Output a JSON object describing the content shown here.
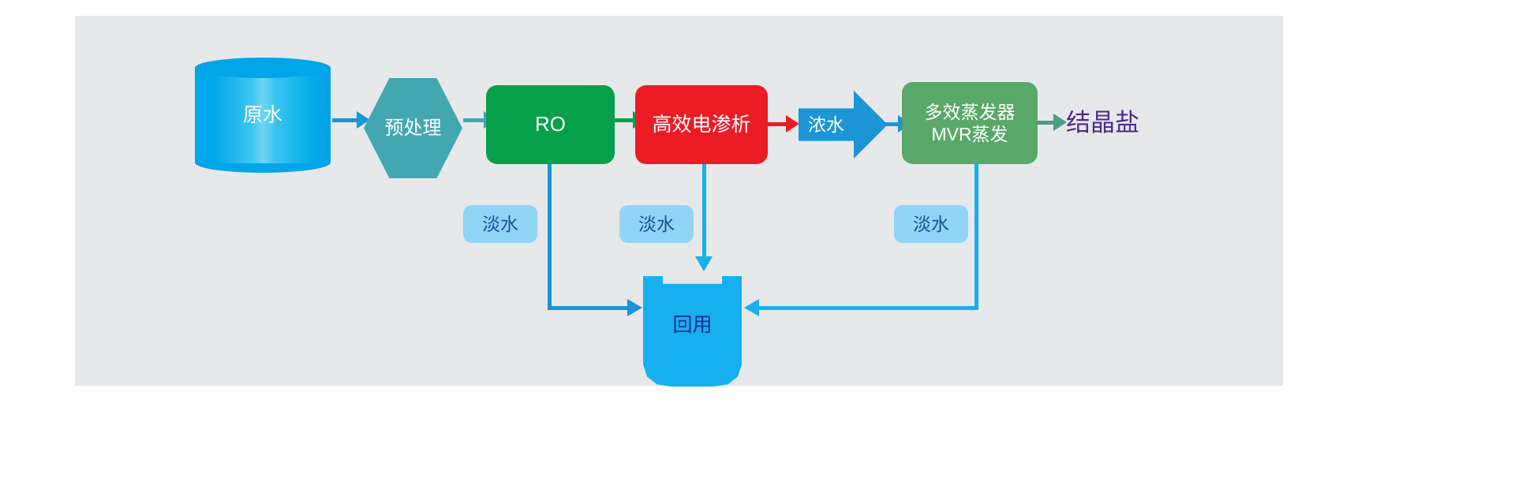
{
  "diagram": {
    "title": "",
    "background": "#e7e8ea",
    "page_background": "#ffffff",
    "nodes": {
      "raw_water": {
        "label": "原水",
        "shape": "cylinder",
        "color": "#00a6e9",
        "text_color": "#ffffff"
      },
      "pretreatment": {
        "label": "预处理",
        "shape": "hexagon",
        "color": "#43a7b2",
        "text_color": "#ffffff"
      },
      "ro": {
        "label": "RO",
        "shape": "rounded-rect",
        "color": "#07a04a",
        "text_color": "#ffffff"
      },
      "electrodialysis": {
        "label": "高效电渗析",
        "shape": "rounded-rect",
        "color": "#ec1c24",
        "text_color": "#ffffff"
      },
      "brine": {
        "label": "浓水",
        "shape": "block-arrow",
        "color": "#1b95d5",
        "text_color": "#ffffff"
      },
      "evaporator": {
        "label": "多效蒸发器\nMVR蒸发",
        "shape": "rounded-rect",
        "color": "#5aa869",
        "text_color": "#ffffff"
      },
      "crystal_salt": {
        "label": "结晶盐",
        "shape": "text",
        "color": "transparent",
        "text_color": "#4b2a8f"
      },
      "recycle_tank": {
        "label": "回用",
        "shape": "tank",
        "color": "#17b0ee",
        "text_color": "#1c2f8f"
      }
    },
    "fresh_water_pills": [
      {
        "label": "淡水",
        "color": "#90d5f7",
        "text_color": "#1c4ea0"
      },
      {
        "label": "淡水",
        "color": "#90d5f7",
        "text_color": "#1c4ea0"
      },
      {
        "label": "淡水",
        "color": "#90d5f7",
        "text_color": "#1c4ea0"
      }
    ],
    "connectors": [
      {
        "from": "raw_water",
        "to": "pretreatment",
        "color": "#1b95d5",
        "direction": "right"
      },
      {
        "from": "pretreatment",
        "to": "ro",
        "color": "#43a7b2",
        "direction": "right"
      },
      {
        "from": "ro",
        "to": "electrodialysis",
        "color": "#07a04a",
        "direction": "right"
      },
      {
        "from": "electrodialysis",
        "to": "brine",
        "color": "#ec1c24",
        "direction": "right"
      },
      {
        "from": "brine",
        "to": "evaporator",
        "color": "#1b95d5",
        "direction": "right"
      },
      {
        "from": "evaporator",
        "to": "crystal_salt",
        "color": "#4b9e83",
        "direction": "right"
      },
      {
        "from": "ro",
        "to": "recycle_tank",
        "color": "#1b95d5",
        "direction": "down-right"
      },
      {
        "from": "electrodialysis",
        "to": "recycle_tank",
        "color": "#17b0ee",
        "direction": "down"
      },
      {
        "from": "evaporator",
        "to": "recycle_tank",
        "color": "#17b0ee",
        "direction": "down-left"
      }
    ]
  }
}
